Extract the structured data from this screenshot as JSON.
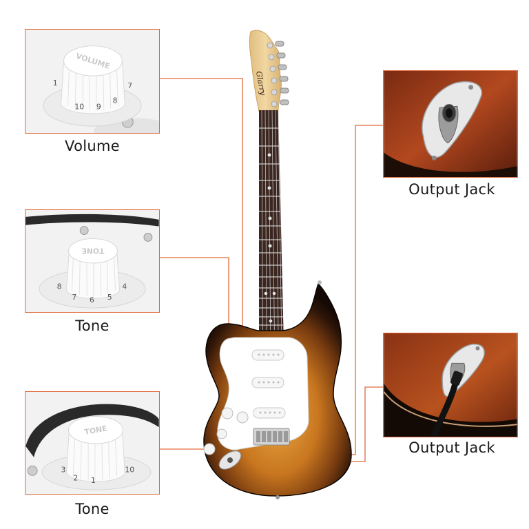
{
  "callouts": {
    "volume": {
      "caption": "Volume",
      "knob_word": "VOLUME",
      "knob_numbers": [
        "1",
        "10",
        "9",
        "8",
        "7"
      ]
    },
    "tone_middle": {
      "caption": "Tone",
      "knob_word": "TONE",
      "knob_numbers": [
        "8",
        "7",
        "6",
        "5",
        "4"
      ]
    },
    "tone_lower": {
      "caption": "Tone",
      "knob_word": "TONE",
      "knob_numbers": [
        "3",
        "2",
        "1",
        "10"
      ]
    },
    "jack_upper": {
      "caption": "Output Jack"
    },
    "jack_lower": {
      "caption": "Output Jack"
    }
  },
  "guitar": {
    "headstock_logo": "Glarry"
  },
  "colors": {
    "leader_line": "#e0693a",
    "sunburst_center": "#d9862e",
    "sunburst_edge": "#1a0d06",
    "rosewood": "#3b2620",
    "maple": "#e9c98e",
    "pickguard": "#ffffff"
  }
}
